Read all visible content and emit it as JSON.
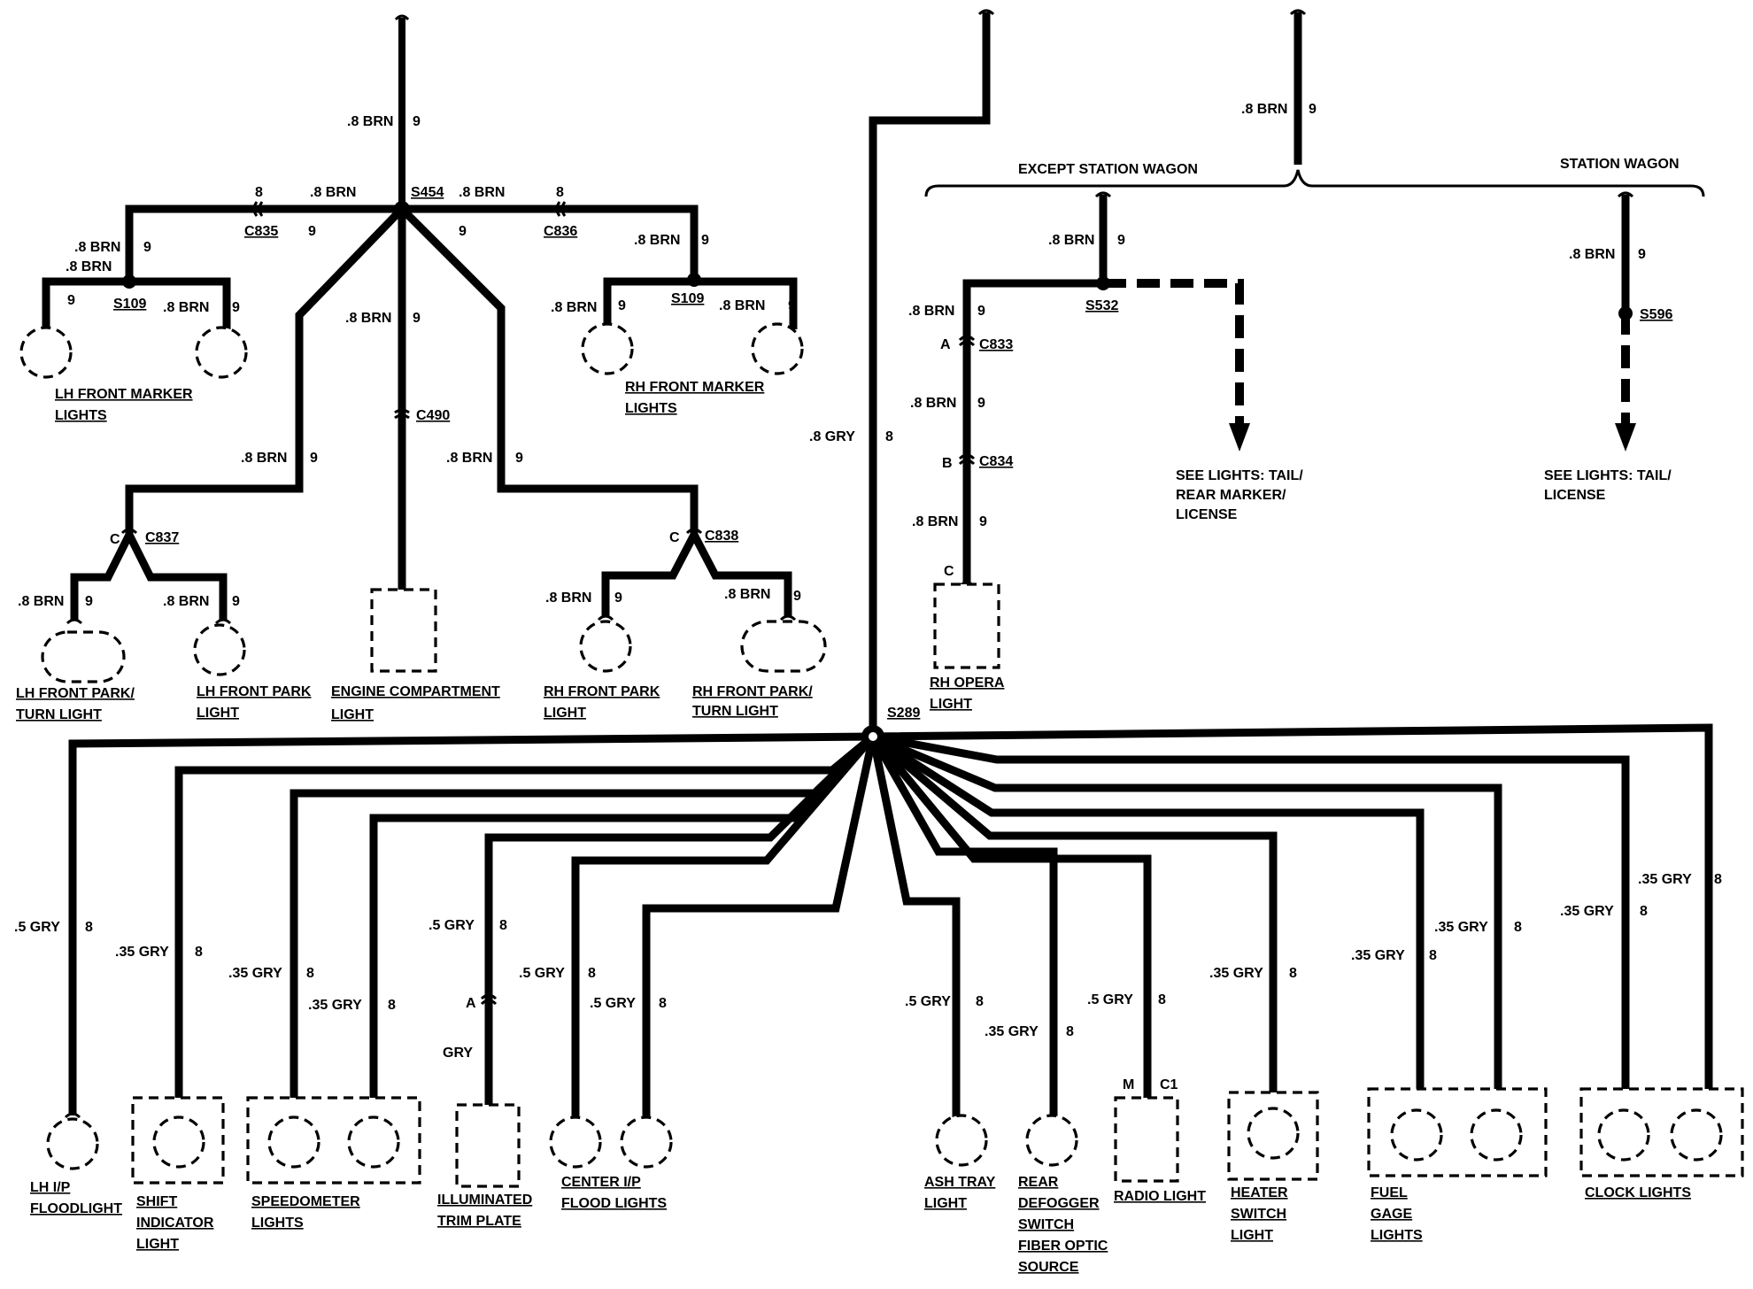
{
  "wires": {
    "brn_08": ".8 BRN",
    "gry_08": ".8 GRY",
    "gry_05": ".5 GRY",
    "gry_035": ".35 GRY",
    "gry": "GRY",
    "circuit_9": "9",
    "circuit_8": "8"
  },
  "headers": {
    "except_station_wagon": "EXCEPT STATION WAGON",
    "station_wagon": "STATION WAGON"
  },
  "splices": {
    "s454": "S454",
    "s109": "S109",
    "s532": "S532",
    "s596": "S596",
    "s289": "S289"
  },
  "connectors": {
    "c835": "C835",
    "c836": "C836",
    "c490": "C490",
    "c837": "C837",
    "c838": "C838",
    "c833": "C833",
    "c834": "C834",
    "c1": "C1"
  },
  "pins": {
    "a": "A",
    "b": "B",
    "c": "C",
    "m": "M",
    "b8": "8"
  },
  "refs": {
    "tail_rear_marker": [
      "SEE LIGHTS: TAIL/",
      "REAR MARKER/",
      "LICENSE"
    ],
    "tail_license": [
      "SEE LIGHTS: TAIL/",
      "LICENSE"
    ]
  },
  "components": {
    "lh_front_marker": [
      "LH FRONT MARKER",
      "LIGHTS"
    ],
    "rh_front_marker": [
      "RH FRONT MARKER",
      "LIGHTS"
    ],
    "lh_front_park_turn": [
      "LH FRONT PARK/",
      "TURN LIGHT"
    ],
    "lh_front_park": [
      "LH FRONT PARK",
      "LIGHT"
    ],
    "engine_compartment": [
      "ENGINE COMPARTMENT",
      "LIGHT"
    ],
    "rh_front_park": [
      "RH FRONT PARK",
      "LIGHT"
    ],
    "rh_front_park_turn": [
      "RH FRONT PARK/",
      "TURN LIGHT"
    ],
    "rh_opera": [
      "RH OPERA",
      "LIGHT"
    ],
    "lh_ip_flood": [
      "LH I/P",
      "FLOODLIGHT"
    ],
    "shift_indicator": [
      "SHIFT",
      "INDICATOR",
      "LIGHT"
    ],
    "speedometer": [
      "SPEEDOMETER",
      "LIGHTS"
    ],
    "illuminated_trim": [
      "ILLUMINATED",
      "TRIM PLATE"
    ],
    "center_ip_flood": [
      "CENTER I/P",
      "FLOOD LIGHTS"
    ],
    "ash_tray": [
      "ASH TRAY",
      "LIGHT"
    ],
    "rear_defogger": [
      "REAR",
      "DEFOGGER",
      "SWITCH",
      "FIBER OPTIC",
      "SOURCE"
    ],
    "radio_light": [
      "RADIO LIGHT"
    ],
    "heater_switch": [
      "HEATER",
      "SWITCH",
      "LIGHT"
    ],
    "fuel_gage": [
      "FUEL",
      "GAGE",
      "LIGHTS"
    ],
    "clock_lights": [
      "CLOCK LIGHTS"
    ]
  }
}
